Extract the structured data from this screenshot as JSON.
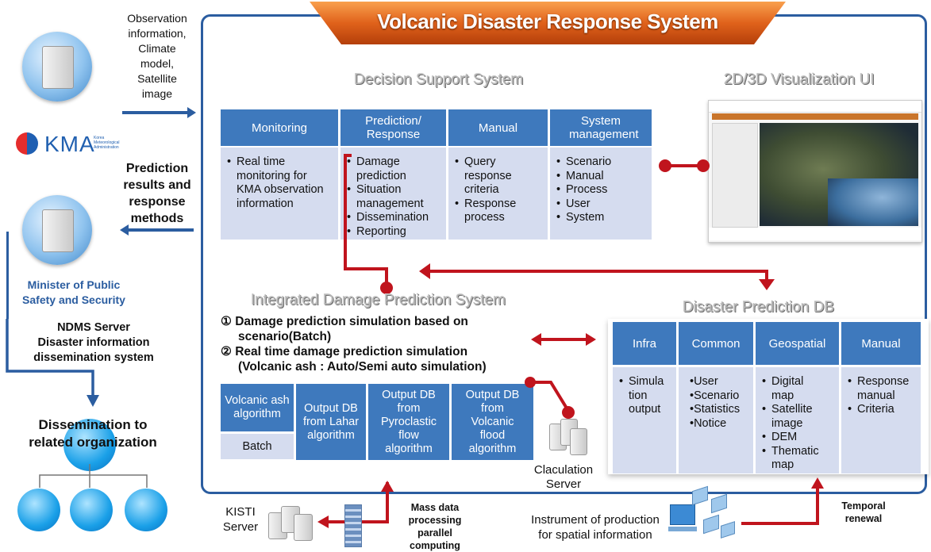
{
  "title": "Volcanic Disaster Response System",
  "left": {
    "input_text": [
      "Observation",
      "information,",
      "Climate",
      "model,",
      "Satellite",
      "image"
    ],
    "kma_logo": "KMA",
    "kma_small": [
      "Korea",
      "Meteorological",
      "Administration"
    ],
    "prediction_text": [
      "Prediction",
      "results and",
      "response",
      "methods"
    ],
    "ministry": [
      "Minister of Public",
      "Safety and Security"
    ],
    "ndms": [
      "NDMS Server",
      "Disaster information",
      "dissemination system"
    ],
    "dissemination": [
      "Dissemination to",
      "related organization"
    ]
  },
  "dss": {
    "title": "Decision Support System",
    "columns": [
      {
        "header": "Monitoring",
        "items": [
          "Real time monitoring for KMA observation information"
        ]
      },
      {
        "header": "Prediction/ Response",
        "items": [
          "Damage prediction",
          "Situation management",
          "Dissemination",
          "Reporting"
        ]
      },
      {
        "header": "Manual",
        "items": [
          "Query response criteria",
          "Response process"
        ]
      },
      {
        "header": "System management",
        "items": [
          "Scenario",
          "Manual",
          "Process",
          "User",
          "System"
        ]
      }
    ]
  },
  "viz": {
    "title": "2D/3D Visualization UI"
  },
  "idps": {
    "title": "Integrated Damage Prediction System",
    "line1": "① Damage prediction simulation based on",
    "line1b": "scenario(Batch)",
    "line2": "② Real time damage prediction simulation",
    "line2b": "(Volcanic ash : Auto/Semi auto simulation)",
    "algorithms": [
      "Volcanic ash algorithm",
      "Output DB from Lahar algorithm",
      "Output DB from Pyroclastic flow algorithm",
      "Output DB from Volcanic flood algorithm"
    ],
    "batch": "Batch",
    "calc_server": [
      "Claculation",
      "Server"
    ]
  },
  "db": {
    "title": "Disaster Prediction DB",
    "columns": [
      {
        "header": "Infra",
        "items": [
          "Simula tion output"
        ]
      },
      {
        "header": "Common",
        "items": [
          "•User",
          "•Scenario",
          "•Statistics",
          "•Notice"
        ]
      },
      {
        "header": "Geospatial",
        "items": [
          "Digital map",
          "Satellite image",
          "DEM",
          "Thematic map"
        ]
      },
      {
        "header": "Manual",
        "items": [
          "Response manual",
          "Criteria"
        ]
      }
    ]
  },
  "bottom": {
    "kisti": [
      "KISTI",
      "Server"
    ],
    "mass": [
      "Mass data",
      "processing",
      "parallel",
      "computing"
    ],
    "instrument": [
      "Instrument of production",
      "for spatial information"
    ],
    "temporal": [
      "Temporal",
      "renewal"
    ]
  },
  "colors": {
    "header_blue": "#3e79bd",
    "body_lavender": "#d5dcef",
    "frame_blue": "#2b5da0",
    "arrow_red": "#c0141d",
    "banner_orange": "#e0621b"
  }
}
